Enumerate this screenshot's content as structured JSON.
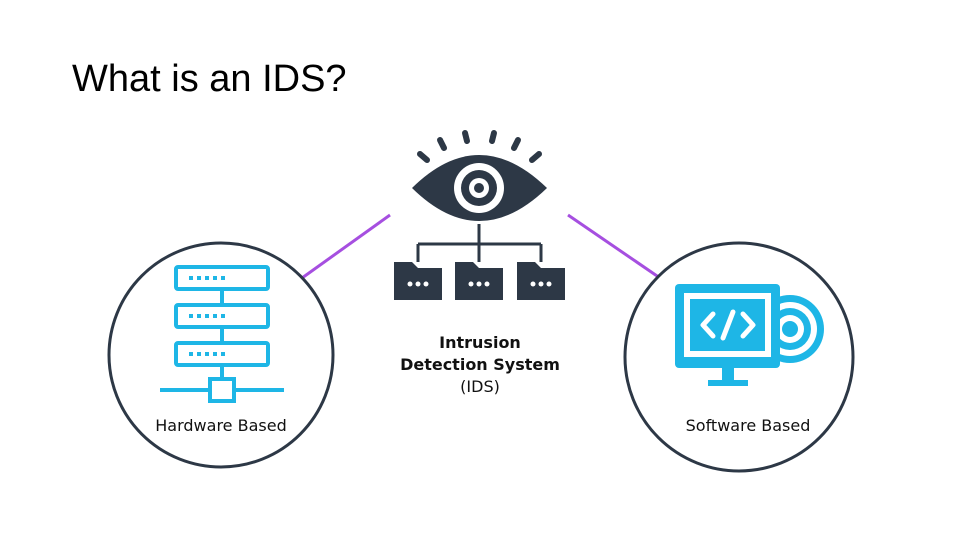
{
  "slide": {
    "title": "What is an IDS?"
  },
  "center": {
    "line1": "Intrusion",
    "line2": "Detection System",
    "line3": "(IDS)",
    "icon": "eye-network-icon"
  },
  "left": {
    "label": "Hardware Based",
    "icon": "server-rack-icon"
  },
  "right": {
    "label": "Software Based",
    "icon": "code-monitor-disc-icon"
  },
  "colors": {
    "dark": "#2d3846",
    "accent": "#1eb6e6",
    "connector": "#a64fe0",
    "circle_stroke": "#2d3846"
  }
}
